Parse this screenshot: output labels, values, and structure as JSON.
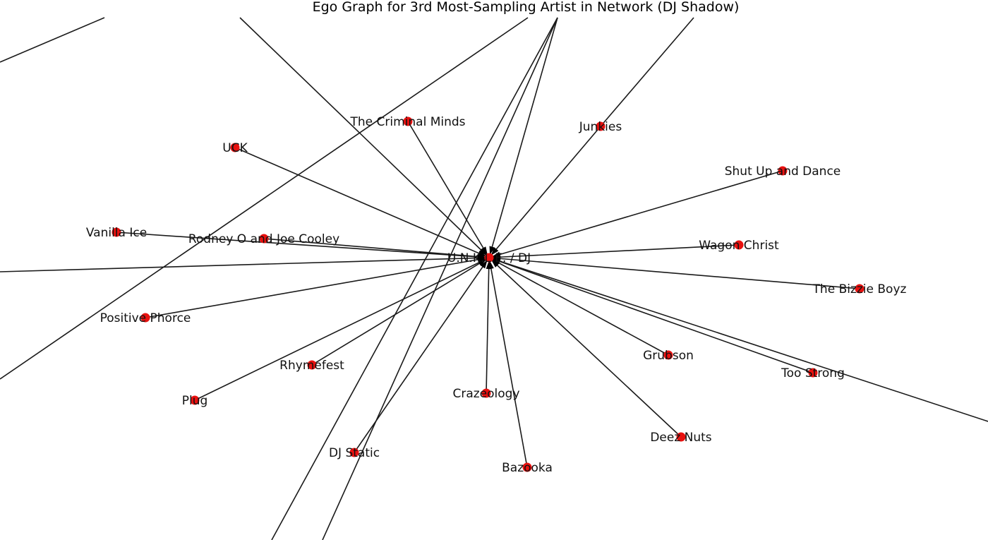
{
  "graph": {
    "title": "Ego Graph for 3rd Most-Sampling Artist in Network (DJ Shadow)",
    "center": {
      "label": "DJ Shadow",
      "visible_label": "U.N.K.L.E. / DJ"
    },
    "nodes": [
      {
        "id": "the-criminal-minds",
        "label": "The Criminal Minds"
      },
      {
        "id": "junkies",
        "label": "Junkies"
      },
      {
        "id": "uck",
        "label": "UCK"
      },
      {
        "id": "shut-up-and-dance",
        "label": "Shut Up and Dance"
      },
      {
        "id": "vanilla-ice",
        "label": "Vanilla Ice"
      },
      {
        "id": "rodney-o",
        "label": "Rodney O and Joe Cooley"
      },
      {
        "id": "wagon-christ",
        "label": "Wagon Christ"
      },
      {
        "id": "the-bizzie-boyz",
        "label": "The Bizzie Boyz"
      },
      {
        "id": "positive-phorce",
        "label": "Positive Phorce"
      },
      {
        "id": "grubson",
        "label": "Grubson"
      },
      {
        "id": "rhymefest",
        "label": "Rhymefest"
      },
      {
        "id": "too-strong",
        "label": "Too Strong"
      },
      {
        "id": "plug",
        "label": "Plug"
      },
      {
        "id": "crazeology",
        "label": "Crazeology"
      },
      {
        "id": "deez-nuts",
        "label": "Deez Nuts"
      },
      {
        "id": "dj-static",
        "label": "DJ Static"
      },
      {
        "id": "bazooka",
        "label": "Bazooka"
      }
    ],
    "colors": {
      "node": "#e8110f",
      "edge": "#1a1a1a",
      "background": "#ffffff"
    }
  }
}
